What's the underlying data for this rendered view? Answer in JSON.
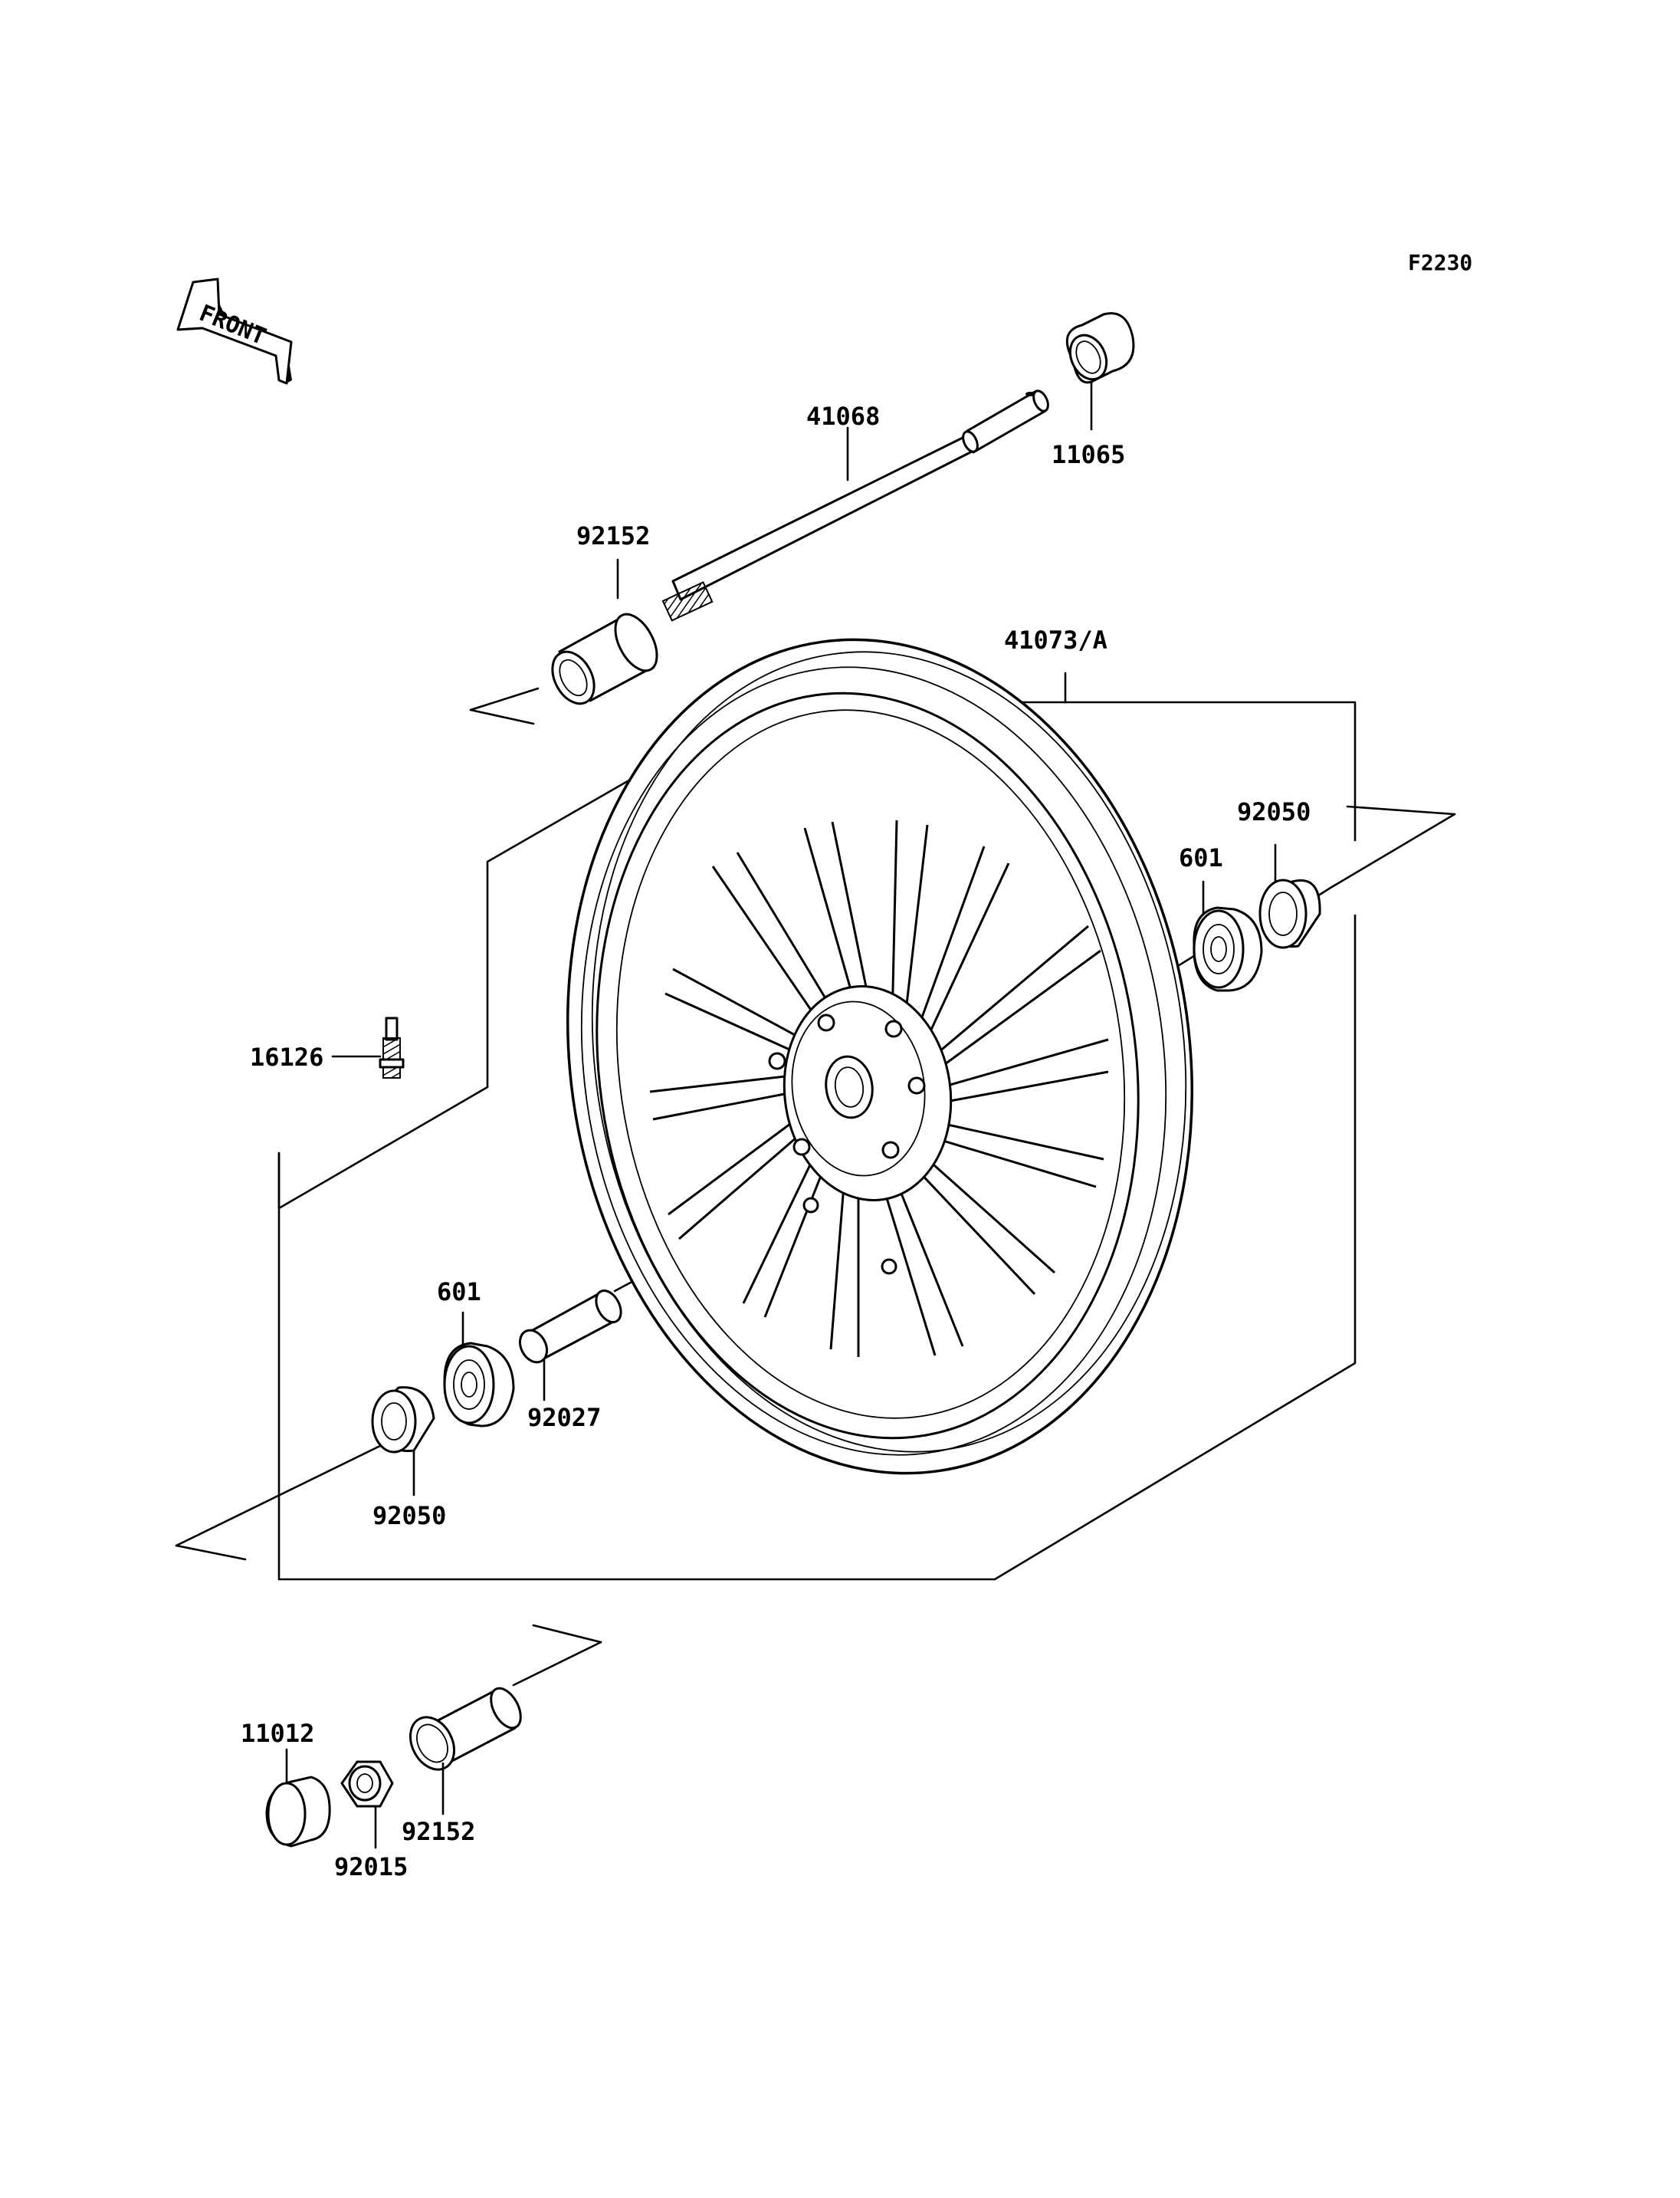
{
  "diagram_code": "F2230",
  "front_arrow_label": "FRONT",
  "parts": {
    "axle": "41068",
    "axle_collar_right": "11065",
    "axle_collar_left": "92152",
    "wheel_assy": "41073/A",
    "oil_seal_right": "92050",
    "bearing_right": "601",
    "valve": "16126",
    "bearing_left": "601",
    "spacer": "92027",
    "oil_seal_left": "92050",
    "cap": "11012",
    "nut": "92015",
    "collar_bottom": "92152"
  }
}
